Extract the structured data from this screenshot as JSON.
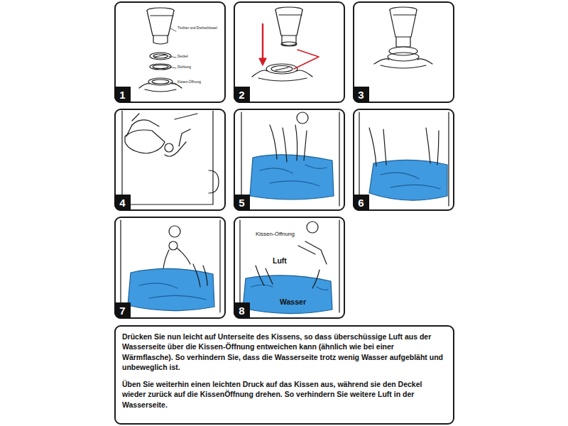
{
  "diagram": {
    "nodes": [
      {
        "text": [
          "1"
        ]
      },
      {
        "text": [
          "2"
        ]
      },
      {
        "text": [
          "3"
        ]
      },
      {
        "text": [
          "4"
        ]
      },
      {
        "text": [
          "5"
        ]
      },
      {
        "text": [
          "6"
        ]
      },
      {
        "text": [
          "7"
        ]
      },
      {
        "text": [
          "8"
        ]
      },
      {
        "text": [
          "Drücken Sie nun leicht auf Unterseite des Kissens, so dass überschüssige Luft aus der Wasserseite über die Kissen-Öffnung entweichen kann (ähnlich wie bei einer Wärmflasche). So verhindern Sie, dass die Wasserseite trotz wenig Wasser aufgebläht und unbeweglich ist.",
          "Üben Sie weiterhin einen leichten Druck auf das Kissen aus, während sie den Deckel wieder zurück auf die KissenÖffnung drehen. So verhindern Sie weitere Luft in der Wasserseite."
        ]
      }
    ],
    "labels": [
      "Trichter und Drehschüssel",
      "Deckel",
      "Dichtung",
      "Kissen-Öffnung",
      "Kissen-Öffnung",
      "Luft",
      "Wasser"
    ]
  }
}
